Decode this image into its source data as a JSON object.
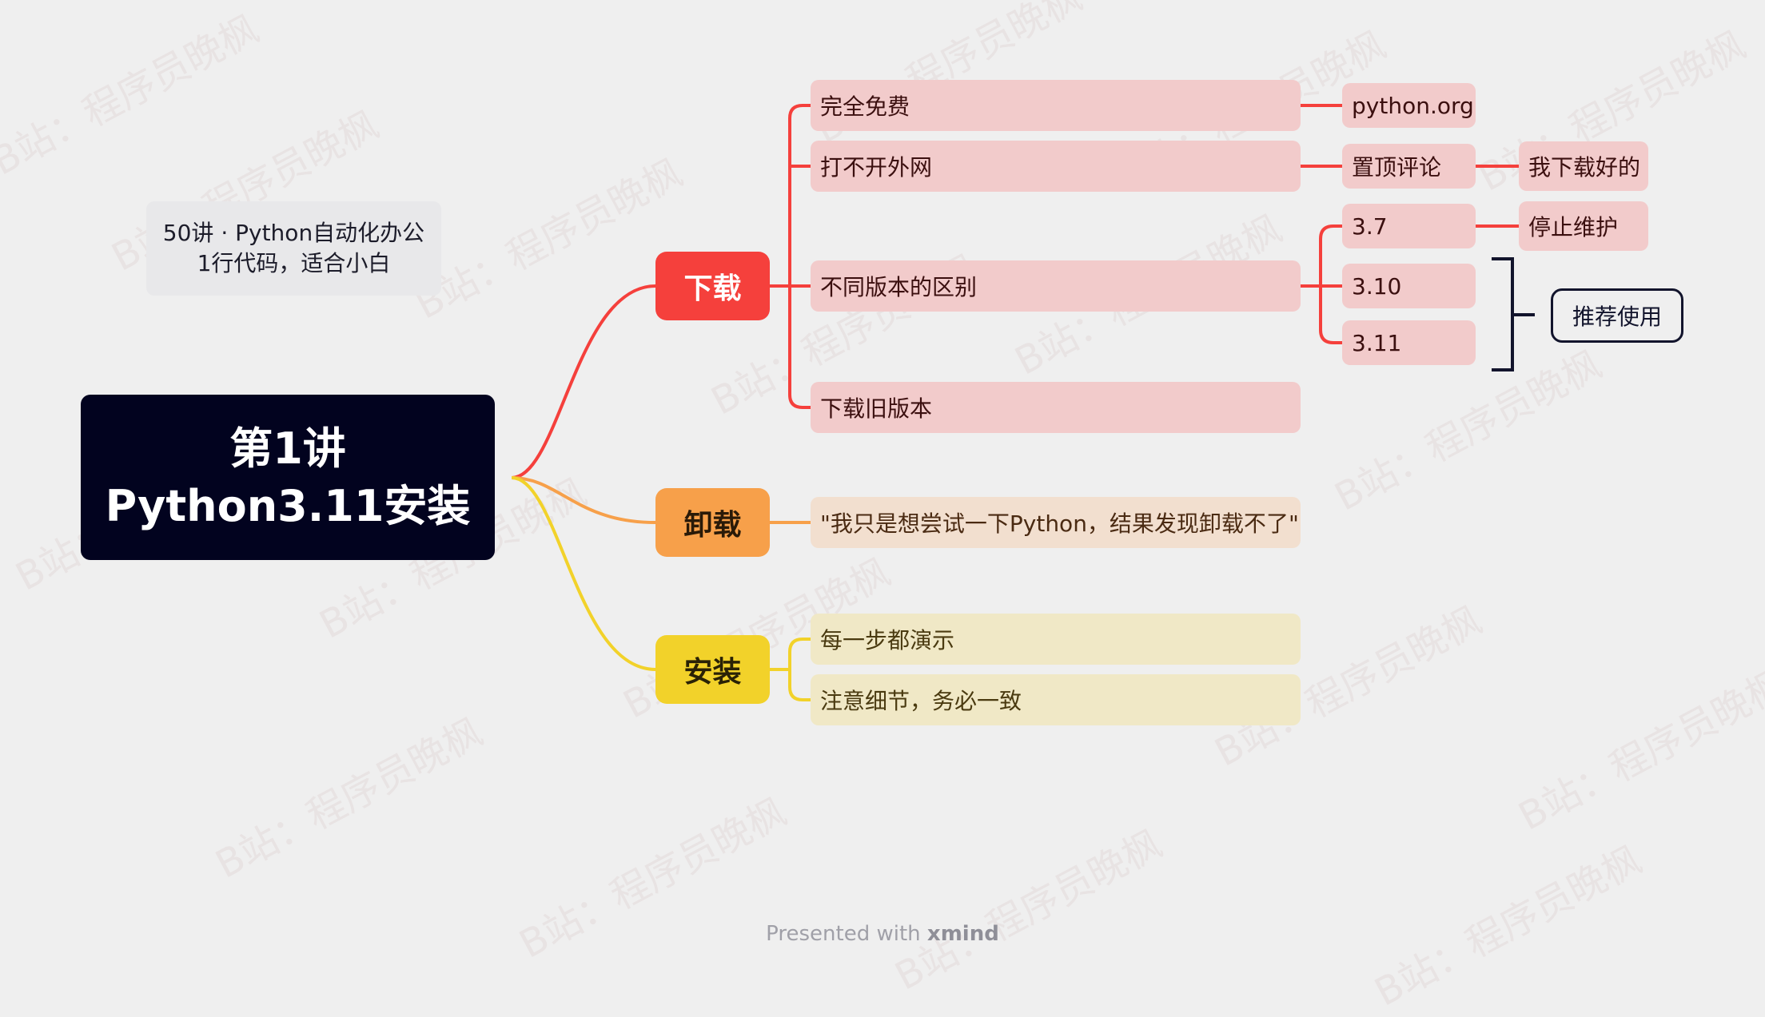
{
  "root": {
    "line1": "第1讲",
    "line2": "Python3.11安装"
  },
  "note": {
    "line1": "50讲 · Python自动化办公",
    "line2": "1行代码，适合小白"
  },
  "branches": {
    "download": {
      "label": "下载",
      "topics": {
        "free": {
          "label": "完全免费",
          "child": "python.org"
        },
        "no_vpn": {
          "label": "打不开外网",
          "child": "置顶评论",
          "grandchild": "我下载好的"
        },
        "versions": {
          "label": "不同版本的区别",
          "items": [
            "3.7",
            "3.10",
            "3.11"
          ],
          "v37_note": "停止维护",
          "summary": "推荐使用"
        },
        "old": {
          "label": "下载旧版本"
        }
      }
    },
    "uninstall": {
      "label": "卸载",
      "topic": "\"我只是想尝试一下Python，结果发现卸载不了\""
    },
    "install": {
      "label": "安装",
      "topics": [
        "每一步都演示",
        "注意细节，务必一致"
      ]
    }
  },
  "footer": {
    "prefix": "Presented with",
    "brand": "xmind"
  },
  "watermark": "B站：程序员晚枫",
  "colors": {
    "red": "#f5403c",
    "orange": "#f7a04a",
    "yellow": "#f2d22a",
    "root": "#02031f"
  }
}
